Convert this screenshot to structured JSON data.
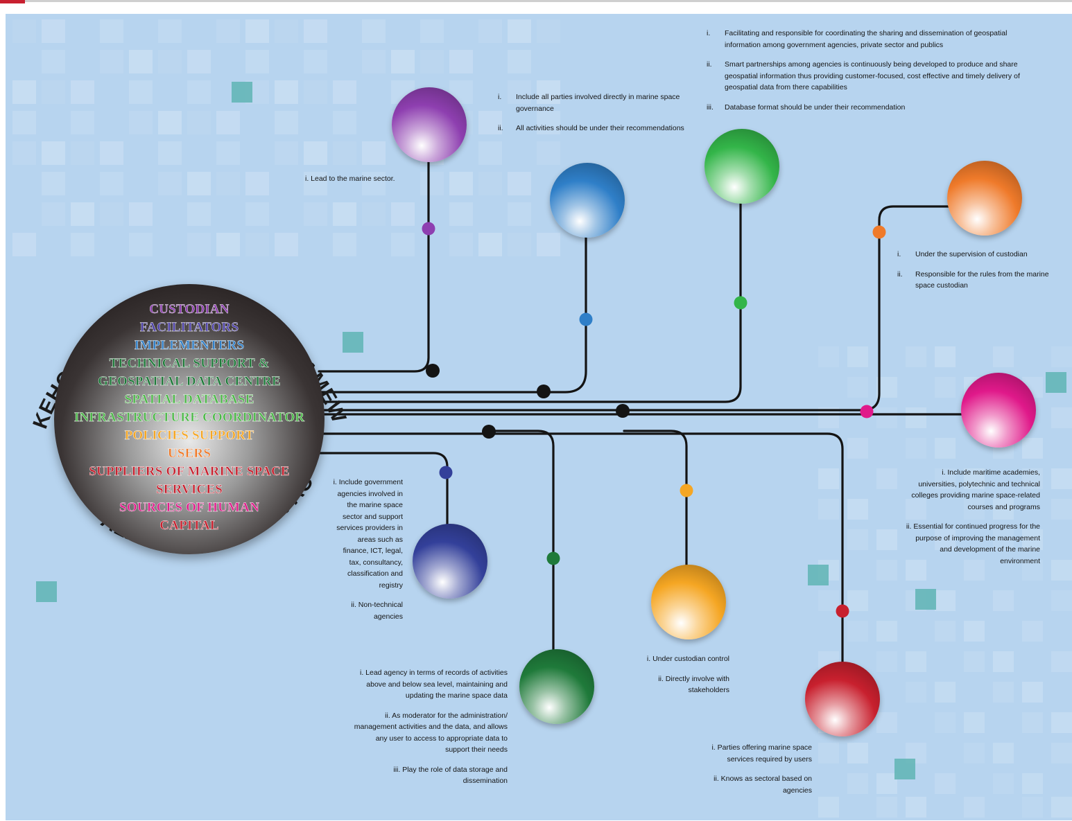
{
  "framework": {
    "ring_top": "STAKEHOLDER GOVERNANCE FRAMEWORK",
    "ring_bottom": "MALAYSIA MARINE SPACE"
  },
  "roles": [
    {
      "label": "CUSTODIAN",
      "color": "#8e3fb0"
    },
    {
      "label": "FACILITATORS",
      "color": "#4b3fa8"
    },
    {
      "label": "IMPLEMENTERS",
      "color": "#2f7fc8"
    },
    {
      "label": "TECHNICAL SUPPORT &",
      "color": "#1f7a3a"
    },
    {
      "label": "GEOSPATIAL DATA CENTRE",
      "color": "#1f7a3a"
    },
    {
      "label": "SPATIAL DATABASE",
      "color": "#4cb848"
    },
    {
      "label": "INFRASTRUCTURE COORDINATOR",
      "color": "#4cb848"
    },
    {
      "label": "POLICIES SUPPORT",
      "color": "#f5a623"
    },
    {
      "label": "USERS",
      "color": "#ef7a2a"
    },
    {
      "label": "SUPPLIERS OF MARINE SPACE",
      "color": "#c8202e"
    },
    {
      "label": "SERVICES",
      "color": "#c8202e"
    },
    {
      "label": "SOURCES OF HUMAN",
      "color": "#e0198a"
    },
    {
      "label": "CAPITAL",
      "color": "#c8202e"
    }
  ],
  "sphere_colors": [
    "#8e3fb0",
    "#2f7fc8",
    "#33b549",
    "#ef7a2a",
    "#e0198a",
    "#33409a",
    "#1f7a3a",
    "#f5a623",
    "#c8202e"
  ],
  "connector_color": "#141414",
  "background_color": "#b7d4ef",
  "notes": {
    "custodian": [
      "i. Lead to the marine sector."
    ],
    "facilitators": [
      {
        "n": "i.",
        "t": "Include all parties involved directly in marine space governance"
      },
      {
        "n": "ii.",
        "t": "All activities should be under their recommendations"
      }
    ],
    "technical": [
      {
        "n": "i.",
        "t": "Facilitating and responsible for coordinating the sharing and dissemination of geospatial information among government agencies, private sector and publics"
      },
      {
        "n": "ii.",
        "t": "Smart partnerships among agencies is continuously being developed to produce and share geospatial information thus providing customer-focused, cost effective and timely delivery of geospatial data from there capabilities"
      },
      {
        "n": "iii.",
        "t": "Database format should be under their recommendation"
      }
    ],
    "users": [
      {
        "n": "i.",
        "t": "Under the supervision of custodian"
      },
      {
        "n": "ii.",
        "t": "Responsible for the rules from the marine space custodian"
      }
    ],
    "human_capital": [
      "i. Include maritime academies, universities, polytechnic and technical colleges providing marine space-related courses and programs",
      "ii. Essential for continued progress for the purpose of improving the management and development of the marine environment"
    ],
    "implementers": [
      "i. Include government agencies involved in the marine space sector and support services providers in areas such as finance, ICT, legal, tax, consultancy, classification and registry",
      "ii. Non-technical agencies"
    ],
    "spatial": [
      "i. Lead agency in terms of records of activities above and below sea level, maintaining and updating the marine space data",
      "ii. As moderator for the administration/ management activities and the data, and allows any user to access to appropriate data to support their needs",
      "iii. Play the role of data storage and dissemination"
    ],
    "policies": [
      "i. Under custodian control",
      "ii. Directly involve with stakeholders"
    ],
    "suppliers": [
      "i. Parties offering marine space services required by users",
      "ii. Knows as sectoral based on agencies"
    ]
  }
}
